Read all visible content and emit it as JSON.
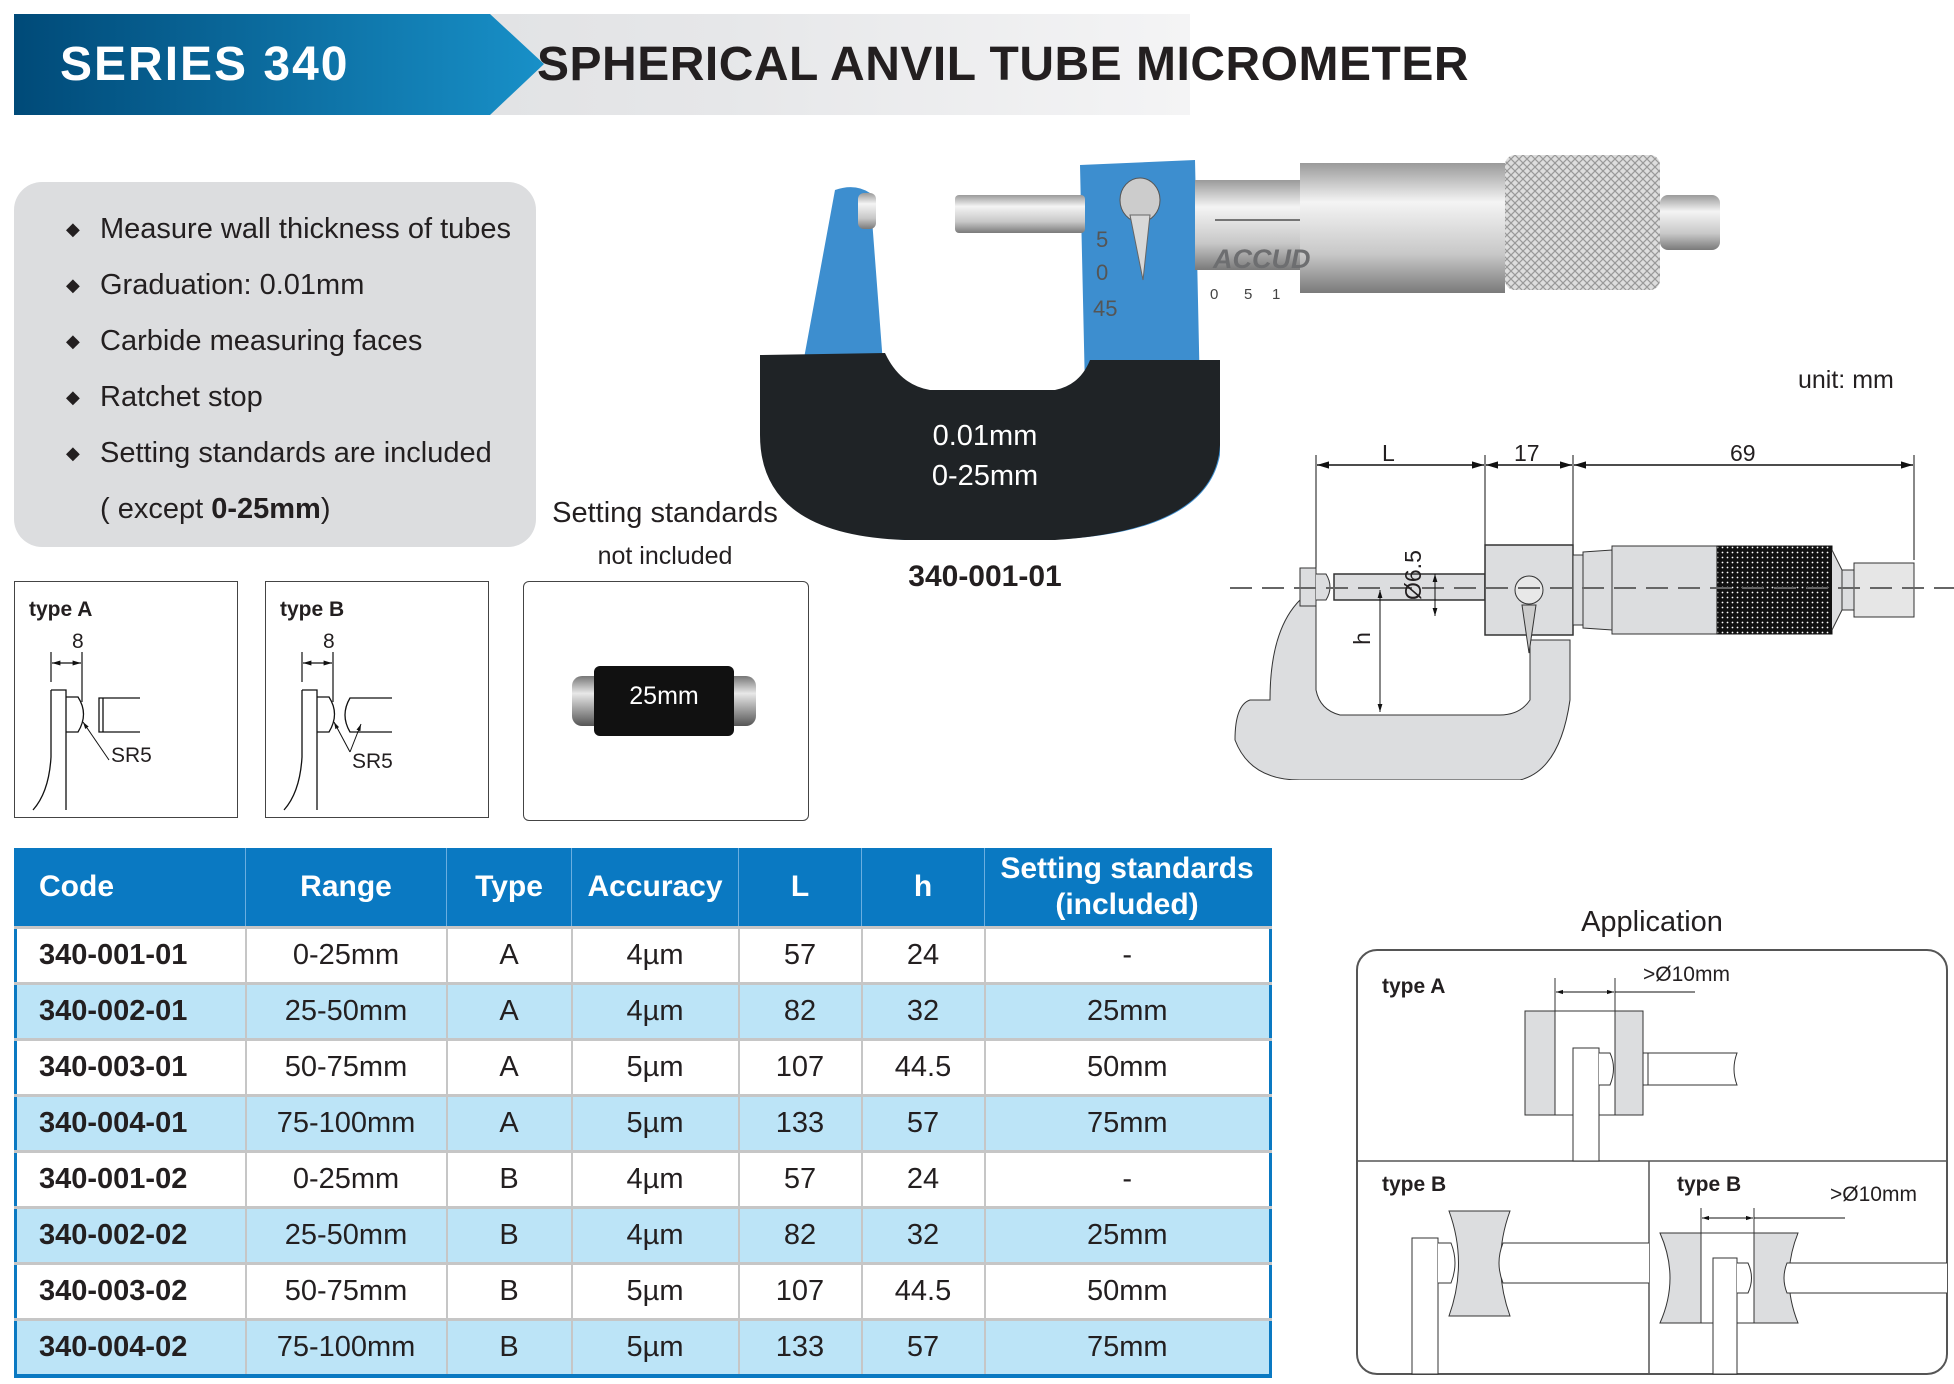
{
  "header": {
    "series": "SERIES 340",
    "title": "SPHERICAL ANVIL TUBE MICROMETER",
    "colors": {
      "banner_blue_start": "#004a78",
      "banner_blue_end": "#1890c8",
      "banner_gray": "#e1e2e4"
    }
  },
  "features": {
    "items": [
      "Measure wall thickness of tubes",
      "Graduation: 0.01mm",
      "Carbide measuring faces",
      "Ratchet stop",
      "Setting standards are included"
    ],
    "exception_prefix": "( except ",
    "exception_bold": "0-25mm",
    "exception_suffix": ")",
    "bullet_icon": "diamond-bullet-icon"
  },
  "type_a_detail": {
    "label": "type A",
    "dimension": "8",
    "radius": "SR5"
  },
  "type_b_detail": {
    "label": "type B",
    "dimension": "8",
    "radius": "SR5"
  },
  "setting_standard": {
    "caption_line1": "Setting standards",
    "caption_line2": "not included",
    "block_label": "25mm"
  },
  "product_photo": {
    "frame_line1": "0.01mm",
    "frame_line2": "0-25mm",
    "brand": "ACCUD",
    "sleeve_ticks": [
      "0",
      "5",
      "1"
    ],
    "thimble_ticks": [
      "5",
      "0",
      "45"
    ],
    "model_code": "340-001-01"
  },
  "drawing": {
    "unit": "unit: mm",
    "dim_L": "L",
    "dim_17": "17",
    "dim_69": "69",
    "dim_h": "h",
    "dim_dia": "Ø6.5"
  },
  "table": {
    "headers": [
      "Code",
      "Range",
      "Type",
      "Accuracy",
      "L",
      "h",
      "Setting standards (included)"
    ],
    "header_last_line1": "Setting standards",
    "header_last_line2": "(included)",
    "rows": [
      [
        "340-001-01",
        "0-25mm",
        "A",
        "4µm",
        "57",
        "24",
        "-"
      ],
      [
        "340-002-01",
        "25-50mm",
        "A",
        "4µm",
        "82",
        "32",
        "25mm"
      ],
      [
        "340-003-01",
        "50-75mm",
        "A",
        "5µm",
        "107",
        "44.5",
        "50mm"
      ],
      [
        "340-004-01",
        "75-100mm",
        "A",
        "5µm",
        "133",
        "57",
        "75mm"
      ],
      [
        "340-001-02",
        "0-25mm",
        "B",
        "4µm",
        "57",
        "24",
        "-"
      ],
      [
        "340-002-02",
        "25-50mm",
        "B",
        "4µm",
        "82",
        "32",
        "25mm"
      ],
      [
        "340-003-02",
        "50-75mm",
        "B",
        "5µm",
        "107",
        "44.5",
        "50mm"
      ],
      [
        "340-004-02",
        "75-100mm",
        "B",
        "5µm",
        "133",
        "57",
        "75mm"
      ]
    ],
    "colors": {
      "header_bg": "#0a79c2",
      "alt_row_bg": "#bce4f7"
    }
  },
  "application": {
    "title": "Application",
    "panel_a": {
      "label": "type A",
      "dimension": ">Ø10mm"
    },
    "panel_b1": {
      "label": "type B"
    },
    "panel_b2": {
      "label": "type B",
      "dimension": ">Ø10mm"
    }
  }
}
